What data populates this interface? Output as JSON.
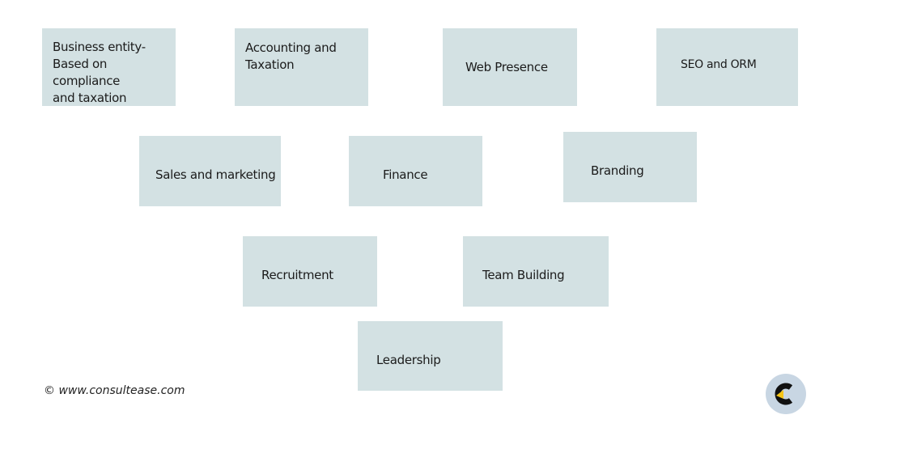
{
  "cards": {
    "business_entity": "Business entity-\nBased on compliance\nand taxation",
    "accounting": "Accounting and\nTaxation",
    "web_presence": "Web Presence",
    "seo_orm": "SEO and ORM",
    "sales_marketing": "Sales and marketing",
    "finance": "Finance",
    "branding": "Branding",
    "recruitment": "Recruitment",
    "team_building": "Team Building",
    "leadership": "Leadership"
  },
  "footer": {
    "copyright": "© www.consultease.com"
  },
  "colors": {
    "card_background": "#d3e1e3",
    "logo_background": "#c8d6e3",
    "logo_accent": "#f5c518",
    "logo_mark": "#111111"
  },
  "icons": {
    "logo": "consultease-logo-icon"
  }
}
